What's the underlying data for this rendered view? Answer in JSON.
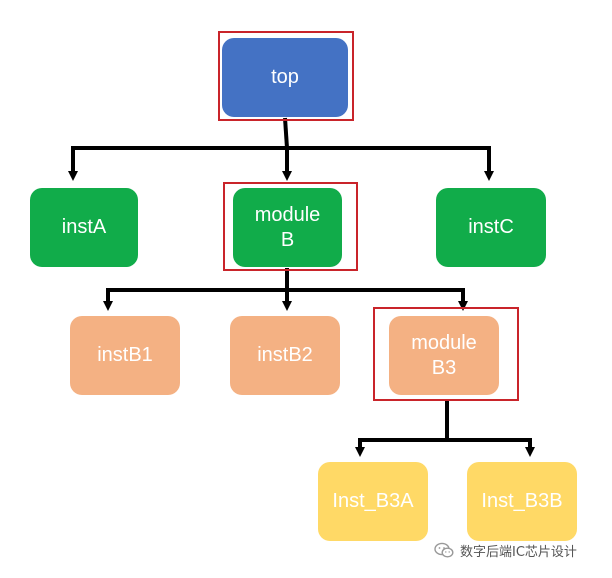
{
  "diagram": {
    "nodes": {
      "top": {
        "label": "top",
        "color": "#4472c4"
      },
      "instA": {
        "label": "instA",
        "color": "#11ac4a"
      },
      "moduleB": {
        "label": "module\nB",
        "color": "#11ac4a"
      },
      "instC": {
        "label": "instC",
        "color": "#11ac4a"
      },
      "instB1": {
        "label": "instB1",
        "color": "#f4b183"
      },
      "instB2": {
        "label": "instB2",
        "color": "#f4b183"
      },
      "moduleB3": {
        "label": "module\nB3",
        "color": "#f4b183"
      },
      "instB3A": {
        "label": "Inst_B3A",
        "color": "#ffd966"
      },
      "instB3B": {
        "label": "Inst_B3B",
        "color": "#ffd966"
      }
    },
    "highlight_color": "#c9242a",
    "connector_color": "#000000"
  },
  "watermark": {
    "text": "数字后端IC芯片设计",
    "icon": "wechat-icon"
  }
}
